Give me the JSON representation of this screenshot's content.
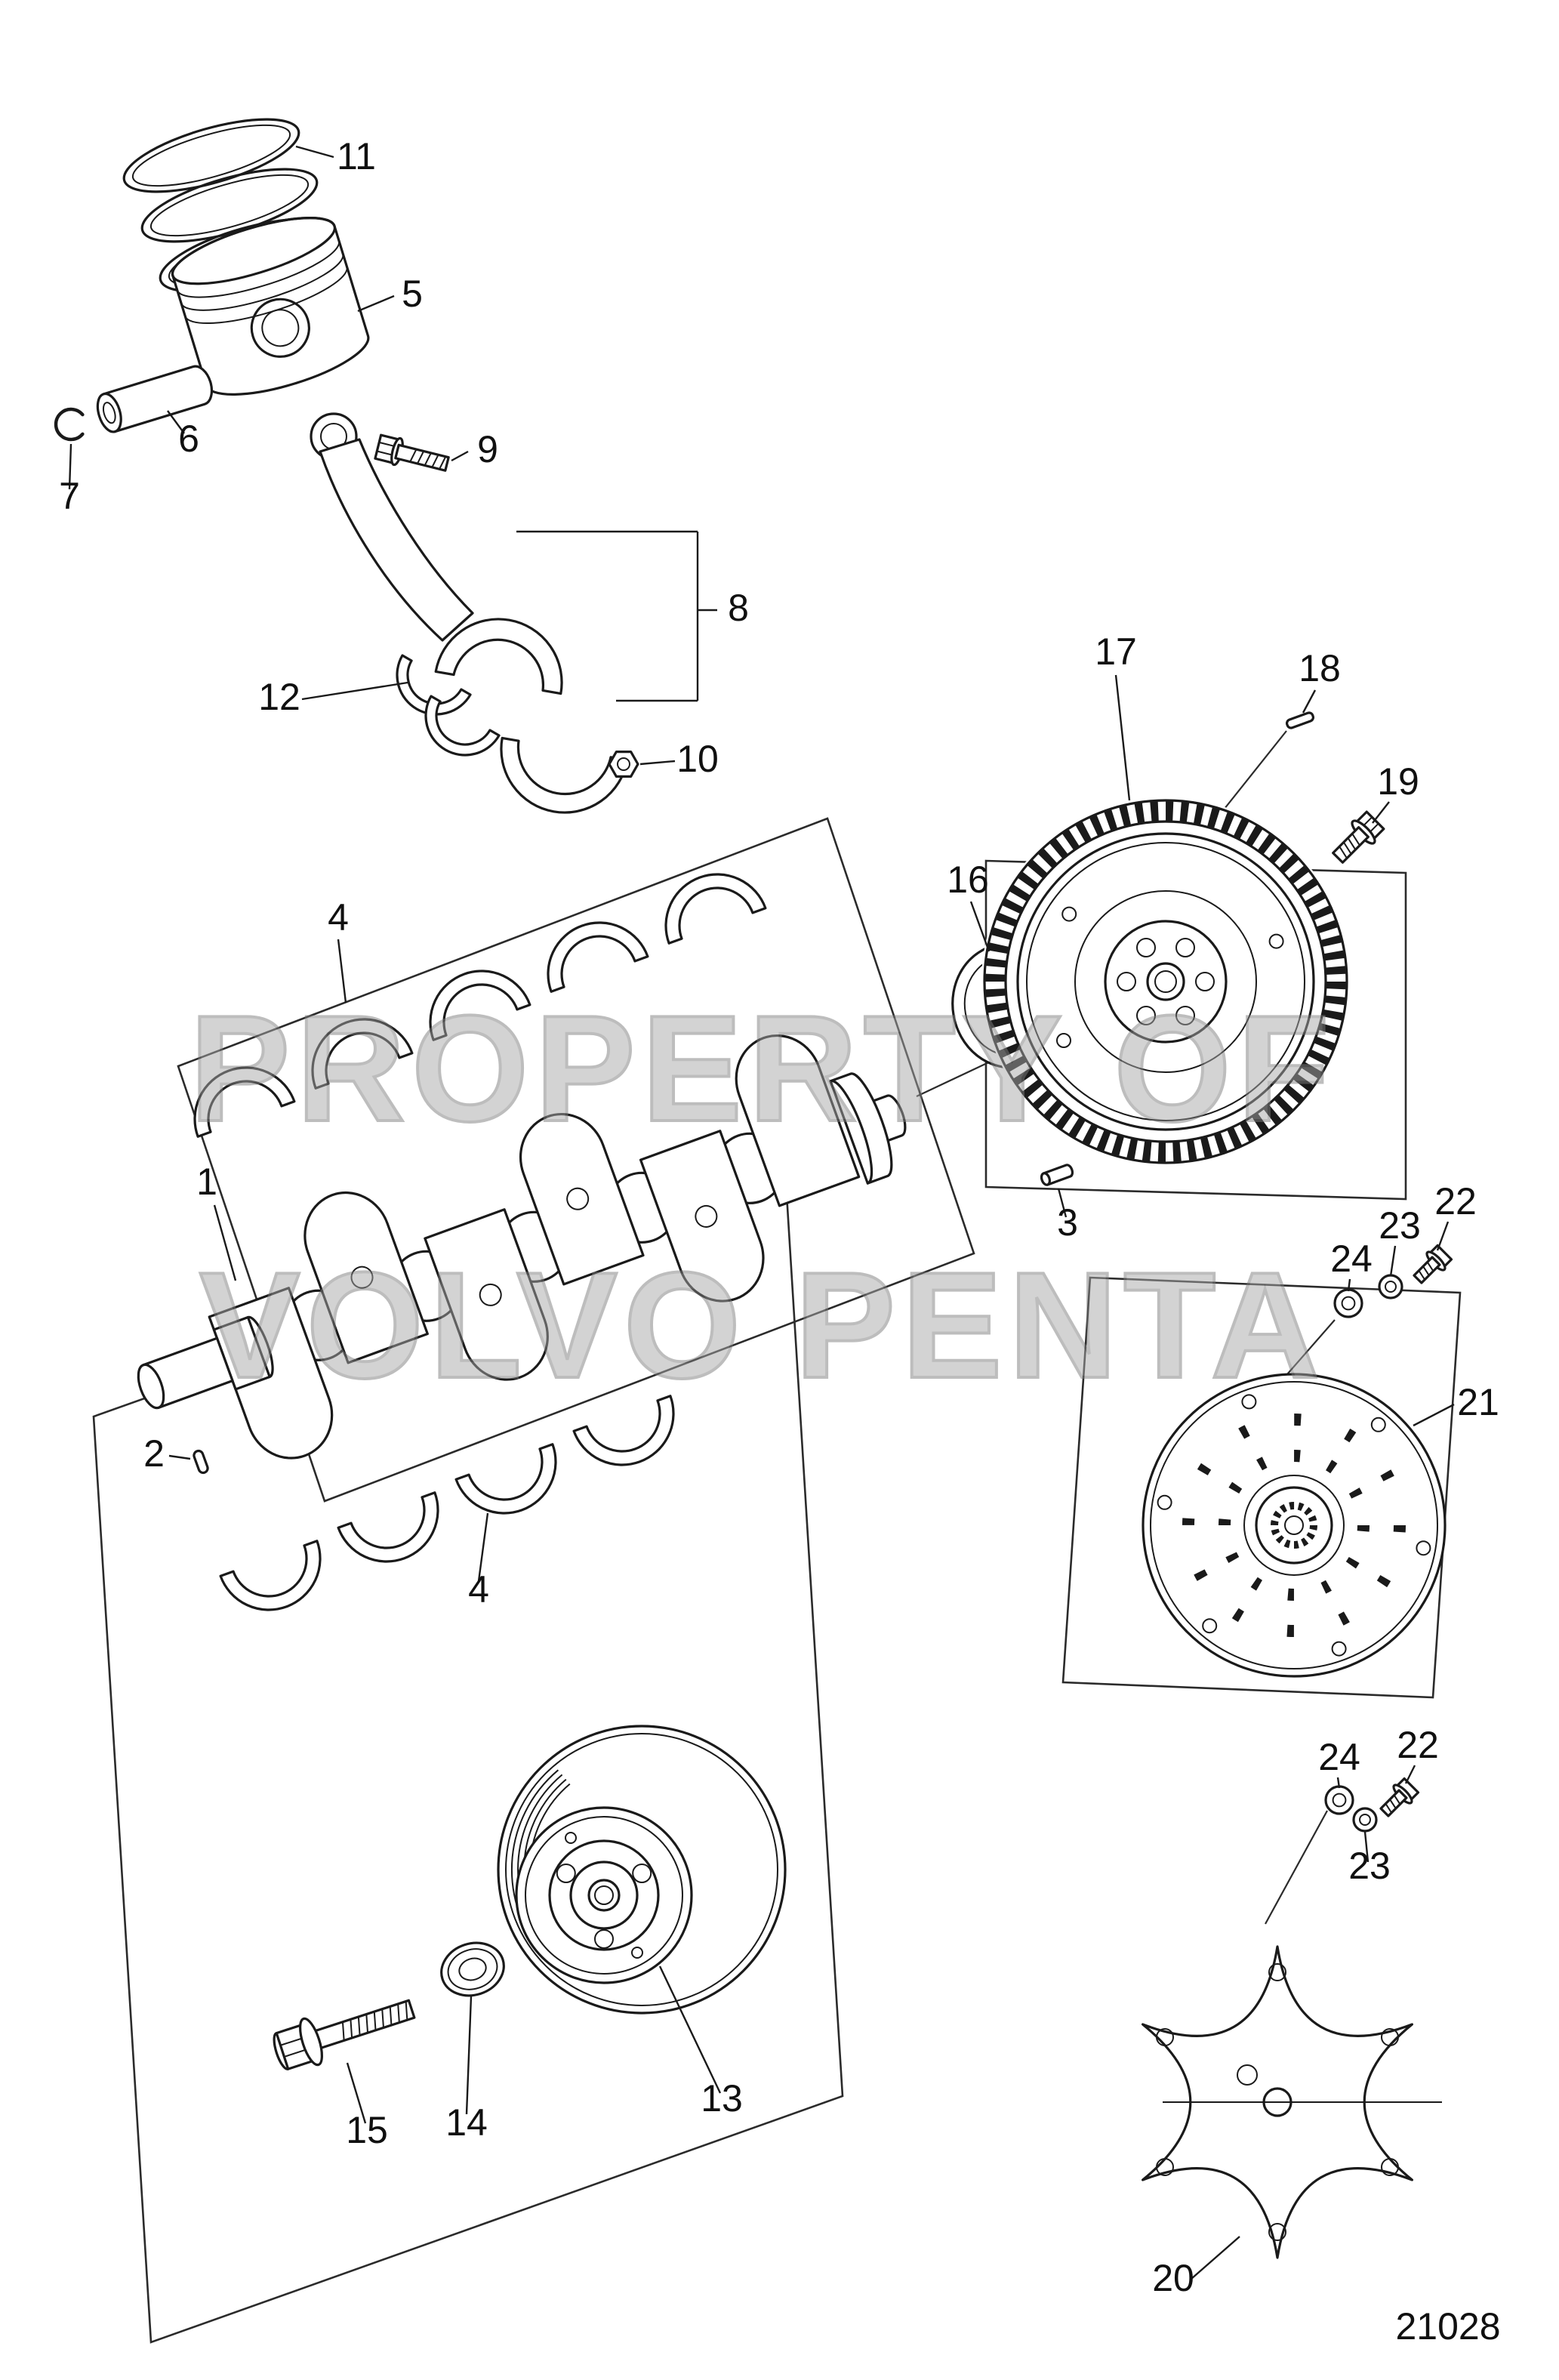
{
  "watermark": {
    "line1": "PROPERTY OF",
    "line2": "VOLVO PENTA",
    "color": "#a8a8a8"
  },
  "drawing_number": "21028",
  "line_color": "#1a1a1a",
  "callouts": {
    "n1": "1",
    "n2": "2",
    "n3": "3",
    "n4a": "4",
    "n4b": "4",
    "n5": "5",
    "n6": "6",
    "n7": "7",
    "n8": "8",
    "n9": "9",
    "n10": "10",
    "n11": "11",
    "n12": "12",
    "n13": "13",
    "n14": "14",
    "n15": "15",
    "n16": "16",
    "n17": "17",
    "n18": "18",
    "n19": "19",
    "n20": "20",
    "n21": "21",
    "n22a": "22",
    "n22b": "22",
    "n23a": "23",
    "n23b": "23",
    "n24a": "24",
    "n24b": "24"
  }
}
